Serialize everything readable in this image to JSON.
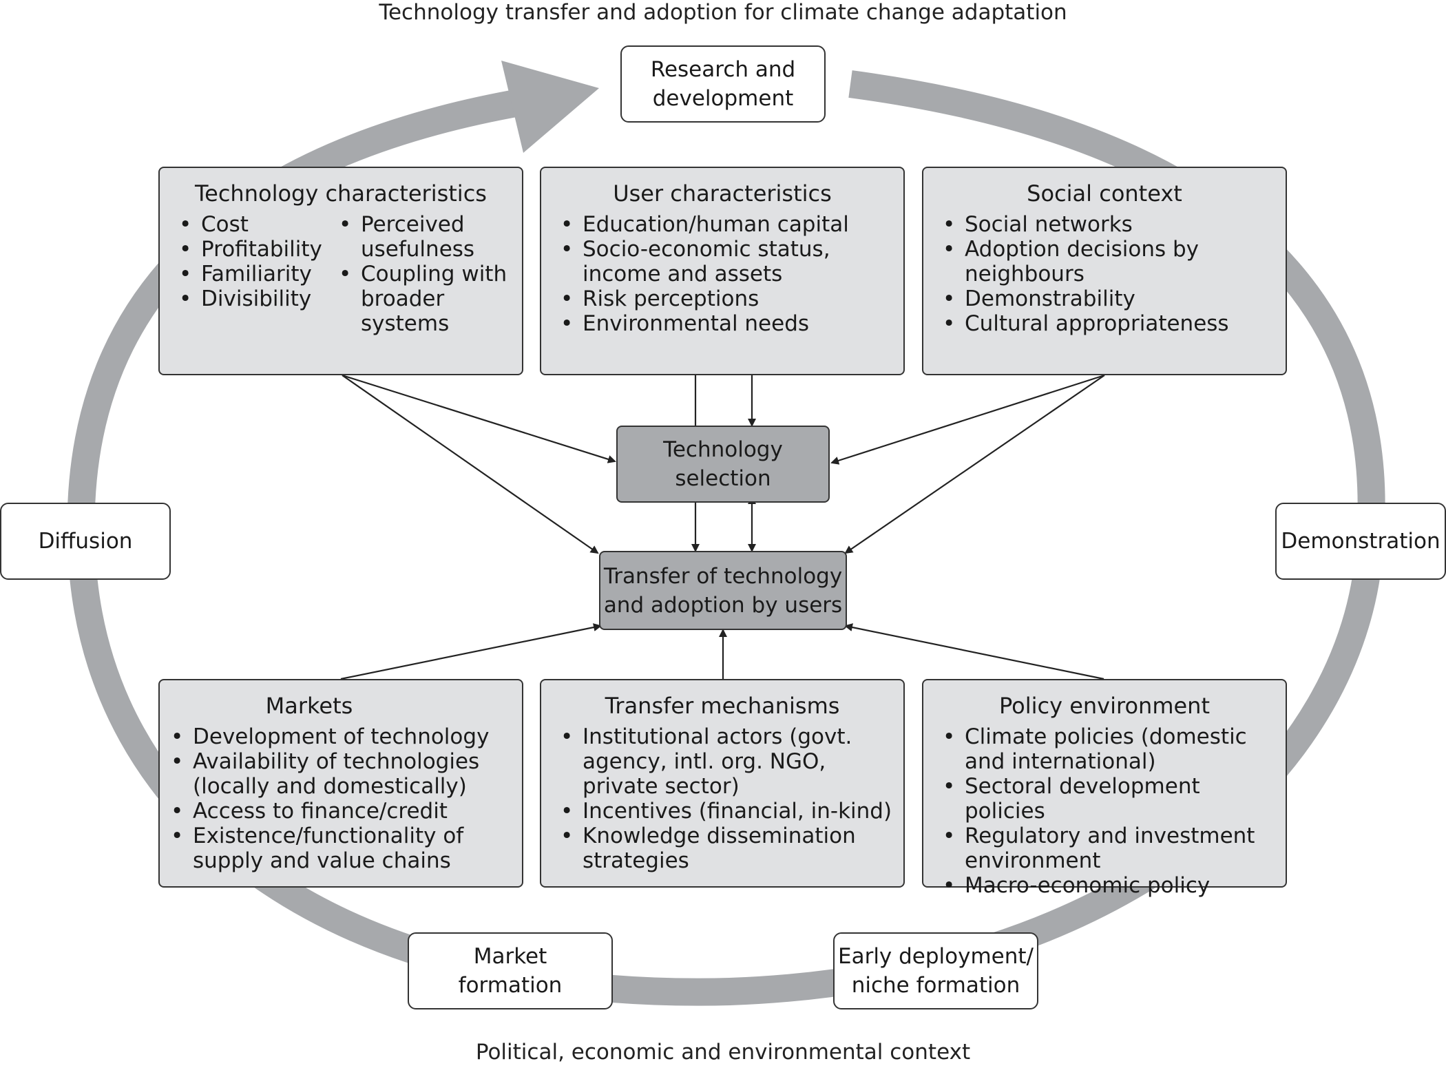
{
  "captions": {
    "top": "Technology transfer and adoption for climate change adaptation",
    "bottom": "Political, economic and environmental context"
  },
  "cycle_stages": {
    "research": "Research and\ndevelopment",
    "demonstration": "Demonstration",
    "early_deployment": "Early deployment/\nniche formation",
    "market_formation": "Market\nformation",
    "diffusion": "Diffusion"
  },
  "central": {
    "selection": "Technology\nselection",
    "transfer": "Transfer of technology\nand adoption by users"
  },
  "factors": {
    "technology_characteristics": {
      "title": "Technology characteristics",
      "col1": [
        "Cost",
        "Profitability",
        "Familiarity",
        "Divisibility"
      ],
      "col2": [
        "Perceived usefulness",
        "Coupling with broader systems"
      ]
    },
    "user_characteristics": {
      "title": "User characteristics",
      "items": [
        "Education/human capital",
        "Socio-economic status, income and assets",
        "Risk perceptions",
        "Environmental needs"
      ]
    },
    "social_context": {
      "title": "Social context",
      "items": [
        "Social networks",
        "Adoption decisions by neighbours",
        "Demonstrability",
        "Cultural appropriateness"
      ]
    },
    "markets": {
      "title": "Markets",
      "items": [
        "Development of technology",
        "Availability of technologies (locally and domestically)",
        "Access to finance/credit",
        "Existence/functionality of supply and value chains"
      ]
    },
    "transfer_mechanisms": {
      "title": "Transfer mechanisms",
      "items": [
        "Institutional actors (govt. agency, intl. org. NGO, private sector)",
        "Incentives (financial, in-kind)",
        "Knowledge dissemination strategies"
      ]
    },
    "policy_environment": {
      "title": "Policy environment",
      "items": [
        "Climate policies (domestic and international)",
        "Sectoral development policies",
        "Regulatory and investment environment",
        "Macro-economic policy"
      ]
    }
  },
  "colors": {
    "cycle_ring": "#a7a9ac",
    "factor_fill": "#e0e1e3",
    "central_fill": "#a9abae",
    "stroke": "#333333"
  }
}
